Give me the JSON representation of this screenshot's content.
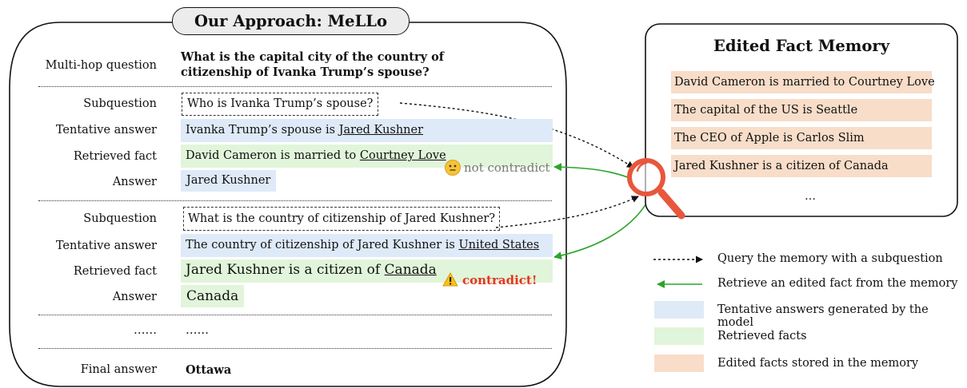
{
  "approach": {
    "title": "Our Approach: MeLLo",
    "multihop_label": "Multi-hop question",
    "multihop_question_line1": "What is the capital city of the country of",
    "multihop_question_line2": "citizenship of Ivanka Trump’s spouse?",
    "step1": {
      "subquestion_label": "Subquestion",
      "subquestion": "Who is Ivanka Trump’s spouse?",
      "tentative_label": "Tentative answer",
      "tentative_prefix": "Ivanka Trump’s spouse is ",
      "tentative_answer": "Jared Kushner",
      "retrieved_label": "Retrieved fact",
      "retrieved_prefix": "David Cameron is married to ",
      "retrieved_entity": "Courtney Love",
      "status_text": "not contradict",
      "answer_label": "Answer",
      "answer": "Jared Kushner"
    },
    "step2": {
      "subquestion_label": "Subquestion",
      "subquestion": "What is the country of citizenship of Jared Kushner?",
      "tentative_label": "Tentative answer",
      "tentative_prefix": "The country of citizenship of Jared Kushner is ",
      "tentative_answer": "United States",
      "retrieved_label": "Retrieved fact",
      "retrieved_prefix": "Jared Kushner is a citizen of ",
      "retrieved_entity": "Canada",
      "status_text": "contradict!",
      "answer_label": "Answer",
      "answer": "Canada"
    },
    "ellipsis_left": "……",
    "ellipsis_right": "……",
    "final_label": "Final answer",
    "final_answer": "Ottawa"
  },
  "memory": {
    "title": "Edited Fact Memory",
    "facts": [
      "David Cameron is married to Courtney Love",
      "The capital of the US is Seattle",
      "The CEO of Apple is Carlos Slim",
      "Jared Kushner is a citizen of Canada"
    ],
    "ellipsis": "…"
  },
  "legend": {
    "query": "Query the memory with a subquestion",
    "retrieve": "Retrieve an edited fact from the memory",
    "blue": "Tentative answers generated by the model",
    "green": "Retrieved facts",
    "peach": "Edited facts stored in the memory"
  },
  "icons": {
    "neutral": "neutral-face-emoji",
    "warning": "warning-sign",
    "magnifier": "magnifying-glass"
  },
  "colors": {
    "blue": "#dfeaf8",
    "green": "#e1f5da",
    "peach": "#f8ddc9",
    "arrow_green": "#2aa52a",
    "warning_red": "#e5361f",
    "magnifier": "#e8573c"
  }
}
